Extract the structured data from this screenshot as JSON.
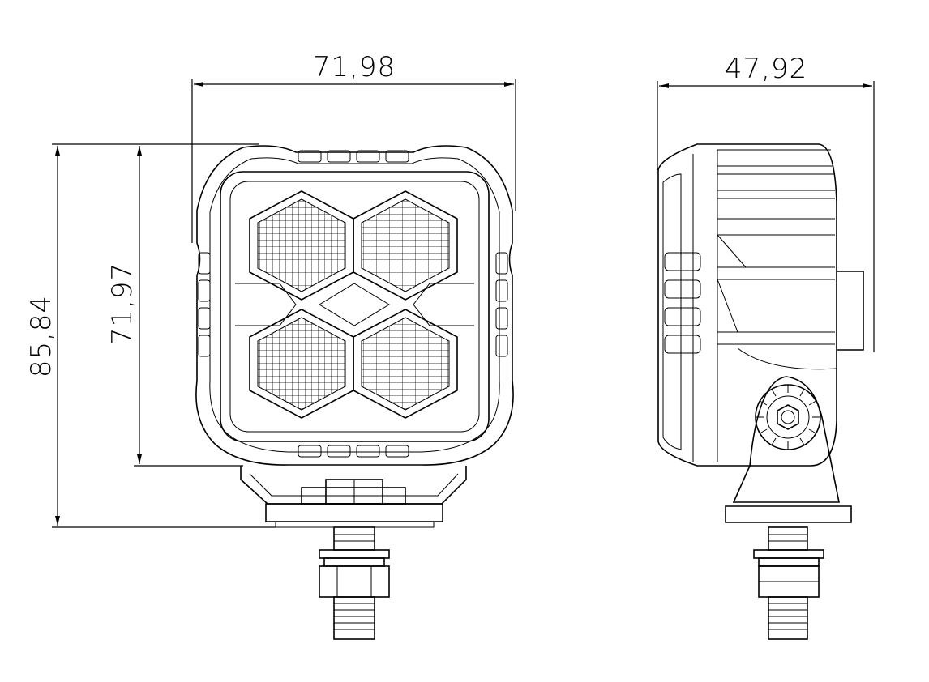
{
  "drawing": {
    "dimensions": {
      "front_width": "71,98",
      "side_depth": "47,92",
      "total_height": "85,84",
      "housing_height": "71,97"
    },
    "line_color": "#000000",
    "background": "#ffffff"
  }
}
